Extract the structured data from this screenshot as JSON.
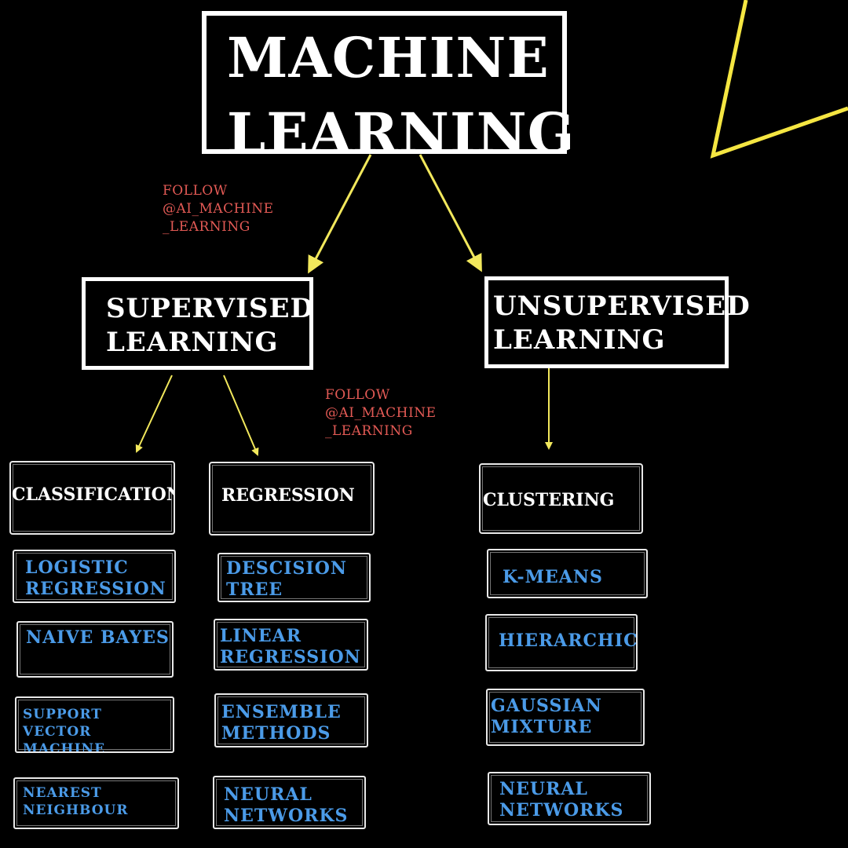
{
  "title": "MACHINE\nLEARNING",
  "watermark": "FOLLOW\n@AI_MACHINE\n_LEARNING",
  "branches": {
    "supervised": "SUPERVISED\nLEARNING",
    "unsupervised": "UNSUPERVISED\nLEARNING"
  },
  "categories": {
    "classification": "CLASSIFICATION",
    "regression": "REGRESSION",
    "clustering": "CLUSTERING"
  },
  "algorithms": {
    "classification": [
      "LOGISTIC\n REGRESSION",
      "NAIVE BAYES",
      "SUPPORT VECTOR\nMACHINE",
      "NEAREST\n NEIGHBOUR"
    ],
    "regression": [
      "DESCISION\nTREE",
      "LINEAR\n REGRESSION",
      "ENSEMBLE\nMETHODS",
      "NEURAL\n NETWORKS"
    ],
    "clustering": [
      "K-MEANS",
      "HIERARCHICAL",
      "GAUSSIAN\nMIXTURE",
      "NEURAL\n NETWORKS"
    ]
  },
  "colors": {
    "background": "#000000",
    "box_border": "#ffffff",
    "arrow": "#f2e85c",
    "decoration": "#f5e642",
    "algorithm_text": "#4b9be8",
    "watermark_text": "#e35a55"
  }
}
